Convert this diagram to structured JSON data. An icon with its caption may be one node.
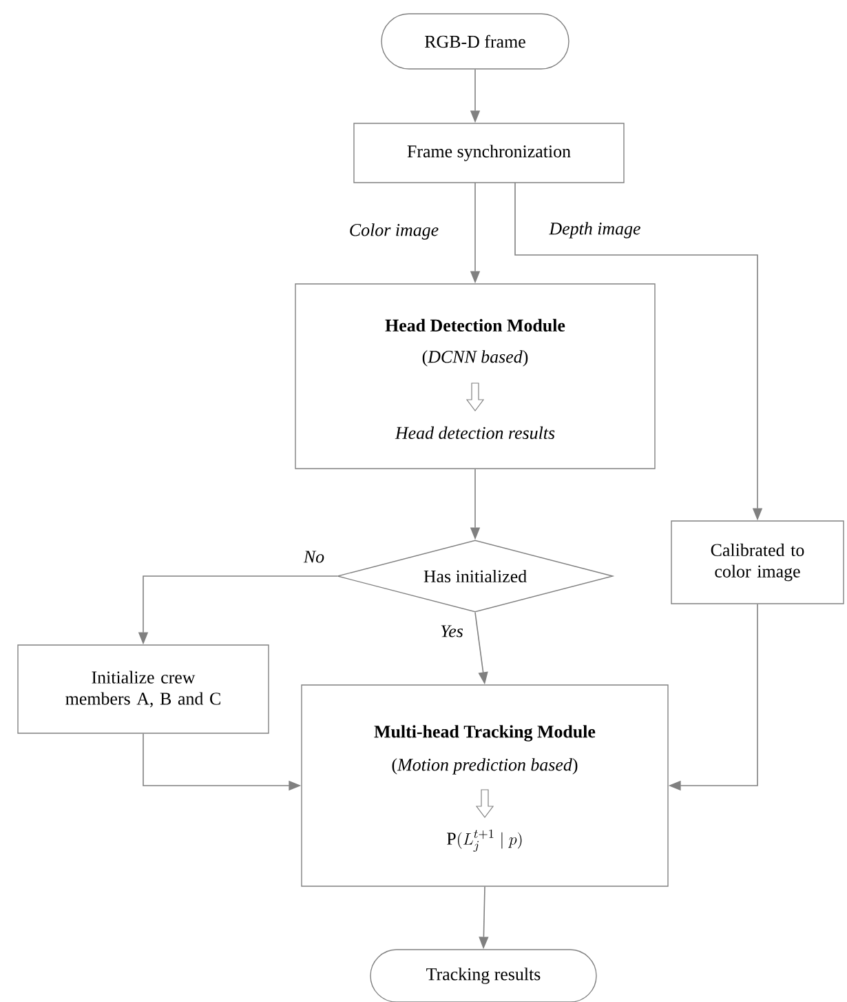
{
  "diagram": {
    "nodes": [
      {
        "text": [
          "RGB-D frame"
        ]
      },
      {
        "text": [
          "Frame synchronization"
        ]
      },
      {
        "text": [
          "Head Detection Module",
          "(*DCNN based*)",
          "Head detection results"
        ]
      },
      {
        "text": [
          "Has initialized"
        ]
      },
      {
        "text": [
          "Calibrated to color image"
        ]
      },
      {
        "text": [
          "Initialize crew members A, B and C"
        ]
      },
      {
        "text": [
          "Multi-head Tracking Module",
          "(*Motion prediction based*)",
          "\\mathrm{P}(L_j^{t+1} \\mid p)"
        ]
      },
      {
        "text": [
          "Tracking results"
        ]
      }
    ],
    "edges": [
      {
        "from": 0,
        "to": 1,
        "arrow": "to"
      },
      {
        "from": 1,
        "to": 2,
        "arrow": "to",
        "label": "Color image"
      },
      {
        "from": 1,
        "to": 4,
        "arrow": "to",
        "label": "Depth image"
      },
      {
        "from": 2,
        "to": 3,
        "arrow": "to"
      },
      {
        "from": 3,
        "to": 5,
        "arrow": "to",
        "label": "No"
      },
      {
        "from": 3,
        "to": 6,
        "arrow": "to",
        "label": "Yes"
      },
      {
        "from": 5,
        "to": 6,
        "arrow": "to"
      },
      {
        "from": 4,
        "to": 6,
        "arrow": "to"
      },
      {
        "from": 6,
        "to": 7,
        "arrow": "to"
      }
    ]
  }
}
